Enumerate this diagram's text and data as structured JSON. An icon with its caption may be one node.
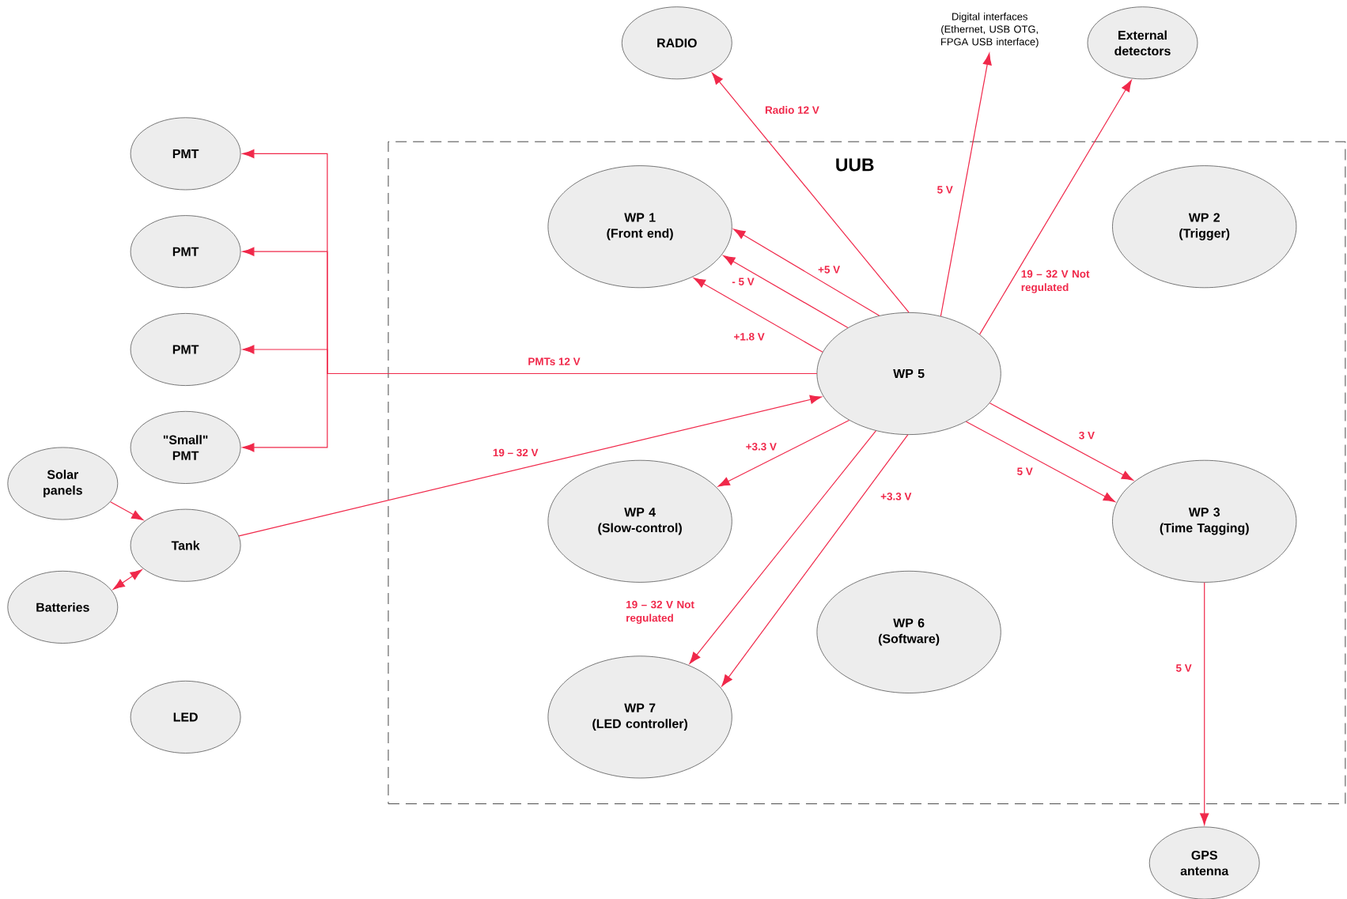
{
  "diagram": {
    "nodes": [
      {
        "text": [
          "UUB"
        ]
      },
      {
        "text": [
          "RADIO"
        ]
      },
      {
        "text": [
          "Digital interfaces (Ethernet, USB OTG, FPGA USB interface)"
        ]
      },
      {
        "text": [
          "External detectors"
        ]
      },
      {
        "text": [
          "PMT"
        ]
      },
      {
        "text": [
          "PMT"
        ]
      },
      {
        "text": [
          "PMT"
        ]
      },
      {
        "text": [
          "\"Small\" PMT"
        ]
      },
      {
        "text": [
          "Solar panels"
        ]
      },
      {
        "text": [
          "Tank"
        ]
      },
      {
        "text": [
          "Batteries"
        ]
      },
      {
        "text": [
          "LED"
        ]
      },
      {
        "text": [
          "WP 1",
          "(Front end)"
        ],
        "in": 0
      },
      {
        "text": [
          "WP 2",
          "(Trigger)"
        ],
        "in": 0
      },
      {
        "text": [
          "WP 5"
        ],
        "in": 0
      },
      {
        "text": [
          "WP 4",
          "(Slow-control)"
        ],
        "in": 0
      },
      {
        "text": [
          "WP 3",
          "(Time Tagging)"
        ],
        "in": 0
      },
      {
        "text": [
          "WP 6",
          "(Software)"
        ],
        "in": 0
      },
      {
        "text": [
          "WP 7",
          "(LED controller)"
        ],
        "in": 0
      },
      {
        "text": [
          "GPS antenna"
        ]
      }
    ],
    "edges": [
      {
        "from": 14,
        "to": 1,
        "arrow": "to",
        "label": "Radio 12 V"
      },
      {
        "from": 14,
        "to": 2,
        "arrow": "to",
        "label": "5 V"
      },
      {
        "from": 14,
        "to": 3,
        "arrow": "to",
        "label": "19 – 32 V Not regulated"
      },
      {
        "from": 14,
        "to": 12,
        "arrow": "to",
        "label": "+5 V"
      },
      {
        "from": 14,
        "to": 12,
        "arrow": "to",
        "label": "- 5 V"
      },
      {
        "from": 14,
        "to": 12,
        "arrow": "to",
        "label": "+1.8 V"
      },
      {
        "from": 14,
        "to": 4,
        "arrow": "to",
        "label": "PMTs 12 V"
      },
      {
        "from": 14,
        "to": 5,
        "arrow": "to"
      },
      {
        "from": 14,
        "to": 6,
        "arrow": "to"
      },
      {
        "from": 14,
        "to": 7,
        "arrow": "to"
      },
      {
        "from": 9,
        "to": 14,
        "arrow": "to",
        "label": "19 – 32 V"
      },
      {
        "from": 8,
        "to": 9,
        "arrow": "to"
      },
      {
        "from": 10,
        "to": 9,
        "arrow": "both"
      },
      {
        "from": 14,
        "to": 15,
        "arrow": "to",
        "label": "+3.3 V"
      },
      {
        "from": 14,
        "to": 18,
        "arrow": "to",
        "label": "19 – 32 V Not regulated"
      },
      {
        "from": 14,
        "to": 18,
        "arrow": "to",
        "label": "+3.3 V"
      },
      {
        "from": 14,
        "to": 16,
        "arrow": "to",
        "label": "3 V"
      },
      {
        "from": 14,
        "to": 16,
        "arrow": "to",
        "label": "5 V"
      },
      {
        "from": 16,
        "to": 19,
        "arrow": "to",
        "label": "5 V"
      }
    ]
  }
}
